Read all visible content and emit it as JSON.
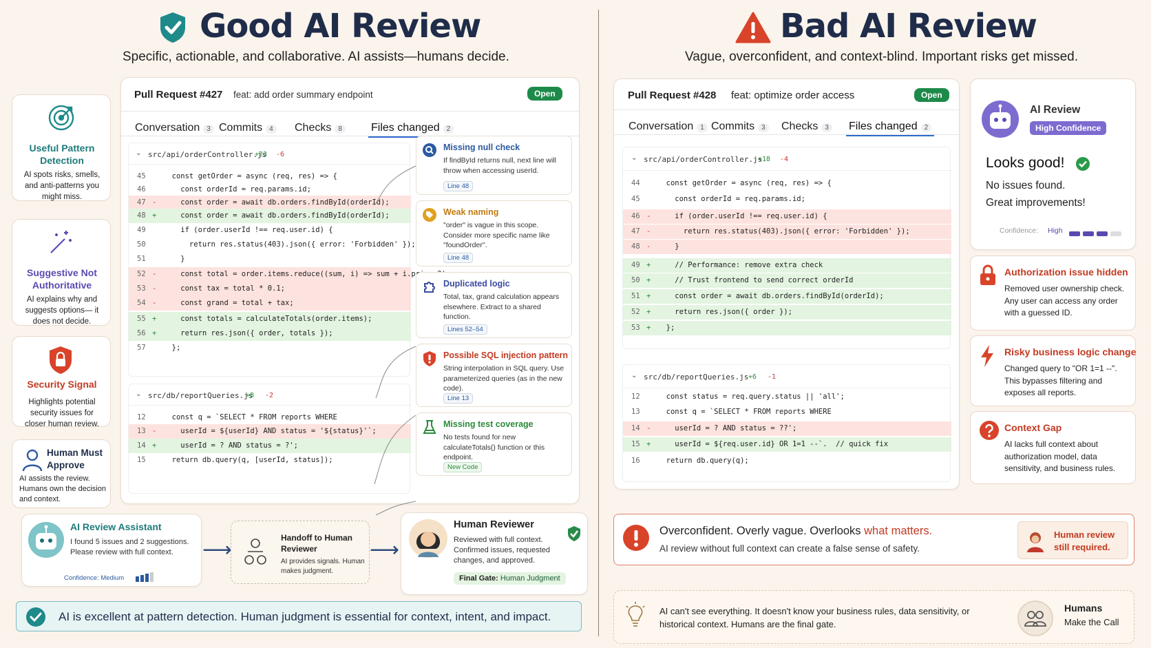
{
  "left": {
    "title": "Good AI Review",
    "subtitle": "Specific, actionable, and collaborative. AI assists—humans decide.",
    "tiles": [
      {
        "icon": "target-icon",
        "title": "Useful Pattern Detection",
        "desc": "AI spots risks, smells, and anti-patterns you might miss."
      },
      {
        "icon": "magic-wand-icon",
        "title": "Suggestive Not Authoritative",
        "desc": "AI explains why and suggests options— it does not decide."
      },
      {
        "icon": "shield-lock-icon",
        "title": "Security Signal",
        "desc": "Highlights potential security issues for closer human review."
      },
      {
        "icon": "person-icon",
        "title": "Human Must Approve",
        "desc": "AI assists the review. Humans own the decision and context."
      }
    ],
    "pr": {
      "title": "Pull Request #427",
      "desc": "feat: add order summary endpoint",
      "status": "Open",
      "tabs": [
        {
          "label": "Conversation",
          "count": "3"
        },
        {
          "label": "Commits",
          "count": "4"
        },
        {
          "label": "Checks",
          "count": "8"
        },
        {
          "label": "Files changed",
          "count": "2"
        }
      ],
      "file1": {
        "name": "src/api/orderController.js",
        "plus": "+23",
        "minus": "-6"
      },
      "lines1": [
        {
          "n": "45",
          "m": "",
          "t": "  const getOrder = async (req, res) => {",
          "k": ""
        },
        {
          "n": "46",
          "m": "",
          "t": "    const orderId = req.params.id;",
          "k": ""
        },
        {
          "n": "47",
          "m": "-",
          "t": "    const order = await db.orders.findById(orderId);",
          "k": "del"
        },
        {
          "n": "48",
          "m": "+",
          "t": "    const order = await db.orders.findById(orderId);",
          "k": "add"
        },
        {
          "n": "49",
          "m": "",
          "t": "    if (order.userId !== req.user.id) {",
          "k": ""
        },
        {
          "n": "50",
          "m": "",
          "t": "      return res.status(403).json({ error: 'Forbidden' });",
          "k": ""
        },
        {
          "n": "51",
          "m": "",
          "t": "    }",
          "k": ""
        },
        {
          "n": "52",
          "m": "-",
          "t": "    const total = order.items.reduce((sum, i) => sum + i.price,0);",
          "k": "del"
        },
        {
          "n": "53",
          "m": "-",
          "t": "    const tax = total * 0.1;",
          "k": "del"
        },
        {
          "n": "54",
          "m": "-",
          "t": "    const grand = total + tax;",
          "k": "del"
        },
        {
          "n": "55",
          "m": "+",
          "t": "    const totals = calculateTotals(order.items);",
          "k": "add"
        },
        {
          "n": "56",
          "m": "+",
          "t": "    return res.json({ order, totals });",
          "k": "add"
        },
        {
          "n": "57",
          "m": "",
          "t": "  };",
          "k": ""
        }
      ],
      "file2": {
        "name": "src/db/reportQueries.js",
        "plus": "+8",
        "minus": "-2"
      },
      "lines2": [
        {
          "n": "12",
          "m": "",
          "t": "  const q = `SELECT * FROM reports WHERE",
          "k": ""
        },
        {
          "n": "13",
          "m": "-",
          "t": "    userId = ${userId} AND status = '${status}'`;",
          "k": "del"
        },
        {
          "n": "14",
          "m": "+",
          "t": "    userId = ? AND status = ?';",
          "k": "add"
        },
        {
          "n": "15",
          "m": "",
          "t": "  return db.query(q, [userId, status]);",
          "k": ""
        }
      ],
      "comments": [
        {
          "icon": "search-icon",
          "color": "#2c5aa0",
          "title": "Missing null check",
          "text": "If findById returns null, next line will throw when accessing userId.",
          "tag": "Line 48"
        },
        {
          "icon": "tag-icon",
          "color": "#c07b10",
          "title": "Weak naming",
          "text": "\"order\" is vague in this scope. Consider more specific name like \"foundOrder\".",
          "tag": "Line 48"
        },
        {
          "icon": "puzzle-icon",
          "color": "#3a4aa0",
          "title": "Duplicated logic",
          "text": "Total, tax, grand calculation appears elsewhere. Extract to a shared function.",
          "tag": "Lines 52–54"
        },
        {
          "icon": "shield-icon",
          "color": "#c23a22",
          "title": "Possible SQL injection pattern",
          "text": "String interpolation in SQL query. Use parameterized queries (as in the new code).",
          "tag": "Line 13"
        },
        {
          "icon": "flask-icon",
          "color": "#2a8a3a",
          "title": "Missing test coverage",
          "text": "No tests found for new calculateTotals() function or this endpoint.",
          "tag": "New Code"
        }
      ]
    },
    "flow": {
      "assistant": {
        "title": "AI Review Assistant",
        "text": "I found 5 issues and 2 suggestions. Please review with full context.",
        "confidence": "Confidence: Medium"
      },
      "handoff": {
        "title": "Handoff to Human Reviewer",
        "text": "AI provides signals. Human makes judgment."
      },
      "reviewer": {
        "title": "Human Reviewer",
        "text": "Reviewed with full context. Confirmed issues, requested changes, and approved.",
        "gate_label": "Final Gate:",
        "gate_value": "Human Judgment"
      }
    },
    "banner": "AI is excellent at pattern detection. Human judgment is essential for context, intent, and impact."
  },
  "right": {
    "title": "Bad AI Review",
    "subtitle": "Vague, overconfident, and context-blind. Important risks get missed.",
    "pr": {
      "title": "Pull Request #428",
      "desc": "feat: optimize order access",
      "status": "Open",
      "tabs": [
        {
          "label": "Conversation",
          "count": "1"
        },
        {
          "label": "Commits",
          "count": "3"
        },
        {
          "label": "Checks",
          "count": "3"
        },
        {
          "label": "Files changed",
          "count": "2"
        }
      ],
      "file1": {
        "name": "src/api/orderController.js",
        "plus": "+18",
        "minus": "-4"
      },
      "lines1": [
        {
          "n": "44",
          "m": "",
          "t": "  const getOrder = async (req, res) => {",
          "k": ""
        },
        {
          "n": "45",
          "m": "",
          "t": "    const orderId = req.params.id;",
          "k": ""
        },
        {
          "n": "46",
          "m": "-",
          "t": "    if (order.userId !== req.user.id) {",
          "k": "del"
        },
        {
          "n": "47",
          "m": "-",
          "t": "      return res.status(403).json({ error: 'Forbidden' });",
          "k": "del"
        },
        {
          "n": "48",
          "m": "-",
          "t": "    }",
          "k": "del"
        },
        {
          "n": "49",
          "m": "+",
          "t": "    // Performance: remove extra check",
          "k": "add"
        },
        {
          "n": "50",
          "m": "+",
          "t": "    // Trust frontend to send correct orderId",
          "k": "add"
        },
        {
          "n": "51",
          "m": "+",
          "t": "    const order = await db.orders.findById(orderId);",
          "k": "add"
        },
        {
          "n": "52",
          "m": "+",
          "t": "    return res.json({ order });",
          "k": "add"
        },
        {
          "n": "53",
          "m": "+",
          "t": "  };",
          "k": "add"
        }
      ],
      "file2": {
        "name": "src/db/reportQueries.js",
        "plus": "+6",
        "minus": "-1"
      },
      "lines2": [
        {
          "n": "12",
          "m": "",
          "t": "  const status = req.query.status || 'all';",
          "k": ""
        },
        {
          "n": "13",
          "m": "",
          "t": "  const q = `SELECT * FROM reports WHERE",
          "k": ""
        },
        {
          "n": "14",
          "m": "-",
          "t": "    userId = ? AND status = ??';",
          "k": "del"
        },
        {
          "n": "15",
          "m": "+",
          "t": "    userId = ${req.user.id} OR 1=1 --`.  // quick fix",
          "k": "add"
        },
        {
          "n": "16",
          "m": "",
          "t": "  return db.query(q);",
          "k": ""
        }
      ]
    },
    "ai_review": {
      "title": "AI Review",
      "badge": "High Confidence",
      "verdict": "Looks good!",
      "line1": "No issues found.",
      "line2": "Great improvements!",
      "confidence_label": "Confidence:",
      "confidence_value": "High"
    },
    "issues": [
      {
        "icon": "lock-icon",
        "title": "Authorization issue hidden",
        "text": "Removed user ownership check. Any user can access any order with a guessed ID."
      },
      {
        "icon": "lightning-icon",
        "title": "Risky business logic change",
        "text": "Changed query to \"OR 1=1 --\". This bypasses filtering and exposes all reports."
      },
      {
        "icon": "question-icon",
        "title": "Context Gap",
        "text": "AI lacks full context about authorization model, data sensitivity, and business rules."
      }
    ],
    "alert": {
      "title_a": "Overconfident. Overly vague. Overlooks ",
      "title_b": "what matters.",
      "text": "AI review without full context can create a false sense of safety.",
      "cta": "Human review still required."
    },
    "footer": {
      "text": "AI can't see everything. It doesn't know your business rules, data sensitivity, or historical context. Humans are the final gate.",
      "badge_title": "Humans",
      "badge_text": "Make the Call"
    }
  }
}
